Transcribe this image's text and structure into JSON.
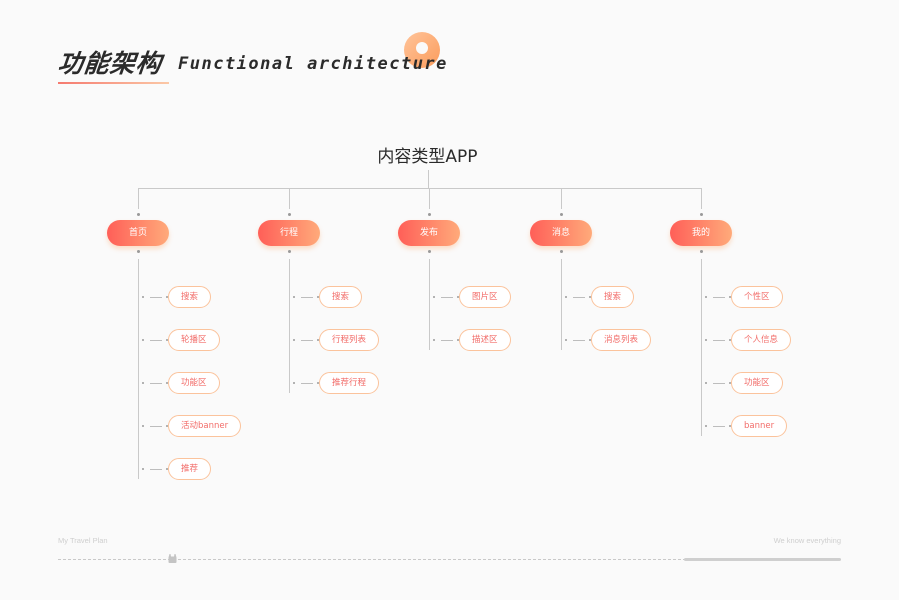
{
  "header": {
    "title_cn": "功能架构",
    "title_en": "Functional architecture"
  },
  "diagram": {
    "root": "内容类型APP",
    "categories": [
      {
        "label": "首页",
        "children": [
          "搜索",
          "轮播区",
          "功能区",
          "活动banner",
          "推荐"
        ]
      },
      {
        "label": "行程",
        "children": [
          "搜索",
          "行程列表",
          "推荐行程"
        ]
      },
      {
        "label": "发布",
        "children": [
          "图片区",
          "描述区"
        ]
      },
      {
        "label": "消息",
        "children": [
          "搜索",
          "消息列表"
        ]
      },
      {
        "label": "我的",
        "children": [
          "个性区",
          "个人信息",
          "功能区",
          "banner"
        ]
      }
    ]
  },
  "footer": {
    "left_text": "My Travel Plan",
    "right_text": "We know everything",
    "progress_fraction": 0.2
  },
  "colors": {
    "accent_start": "#ff5f58",
    "accent_end": "#ffaa7a",
    "leaf_border": "#fbc39c",
    "leaf_text": "#f26d6a"
  }
}
